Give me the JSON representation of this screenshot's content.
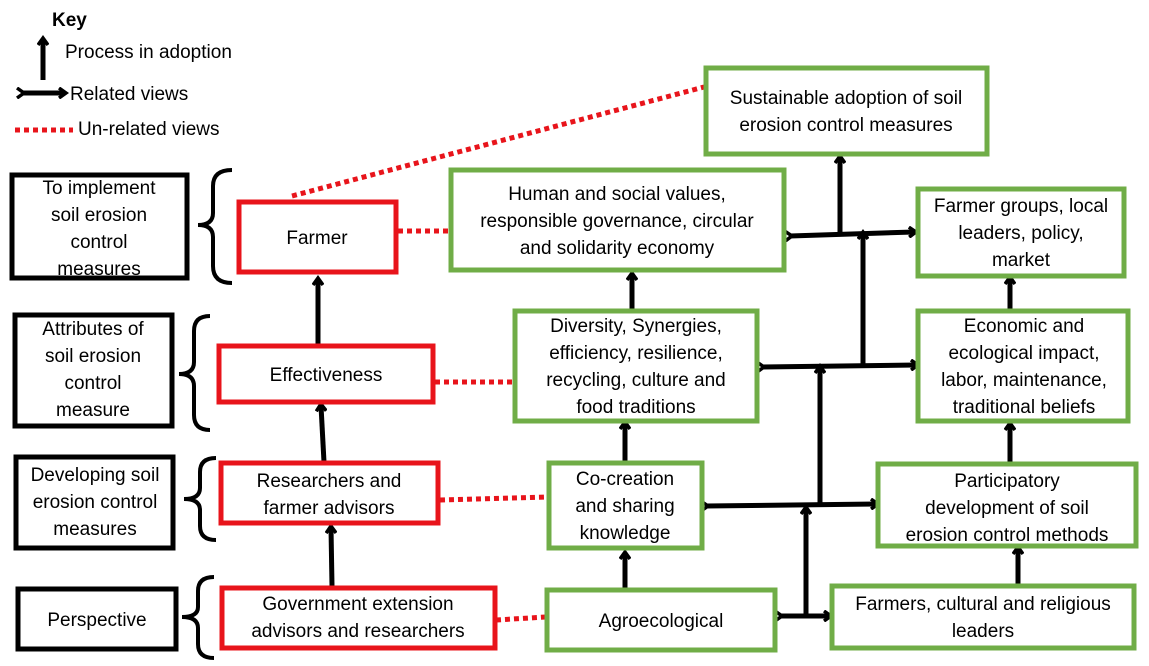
{
  "key": {
    "title": "Key",
    "process": "Process in adoption",
    "related": "Related views",
    "unrelated": "Un-related views"
  },
  "categories": {
    "implement": [
      "To implement",
      "soil erosion",
      "control",
      "measures"
    ],
    "attributes": [
      "Attributes of",
      "soil erosion",
      "control",
      "measure"
    ],
    "developing": [
      "Developing soil",
      "erosion control",
      "measures"
    ],
    "perspective": [
      "Perspective"
    ]
  },
  "conventional": {
    "farmer": [
      "Farmer"
    ],
    "effectiveness": [
      "Effectiveness"
    ],
    "researchers": [
      "Researchers and",
      "farmer advisors"
    ],
    "government": [
      "Government extension",
      "advisors and researchers"
    ]
  },
  "agroecological": {
    "sustainable": [
      "Sustainable adoption of soil",
      "erosion control measures"
    ],
    "human": [
      "Human and social values,",
      "responsible governance, circular",
      "and solidarity economy"
    ],
    "farmer_groups": [
      "Farmer groups, local",
      "leaders, policy,",
      "market"
    ],
    "diversity": [
      "Diversity, Synergies,",
      "efficiency, resilience,",
      "recycling, culture and",
      "food traditions"
    ],
    "economic": [
      "Economic and",
      "ecological impact,",
      "labor, maintenance,",
      "traditional beliefs"
    ],
    "cocreation": [
      "Co-creation",
      "and sharing",
      "knowledge"
    ],
    "participatory": [
      "Participatory",
      "development of soil",
      "erosion control methods"
    ],
    "agroecological": [
      "Agroecological"
    ],
    "farmers_leaders": [
      "Farmers, cultural and religious",
      "leaders"
    ]
  }
}
